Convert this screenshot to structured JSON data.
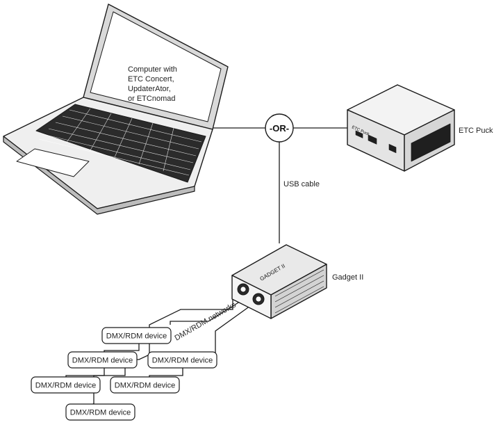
{
  "labels": {
    "computer": [
      "Computer with",
      "ETC Concert,",
      "UpdaterAtor,",
      "or ETCnomad"
    ],
    "or": "-OR-",
    "puck": "ETC Puck",
    "puck_brand": "ETC Puck",
    "usb": "USB cable",
    "gadget": "Gadget II",
    "gadget_brand": "GADGET II",
    "networks": "DMX/RDM networks"
  },
  "devices": [
    "DMX/RDM device",
    "DMX/RDM device",
    "DMX/RDM device",
    "DMX/RDM device",
    "DMX/RDM device",
    "DMX/RDM device"
  ]
}
